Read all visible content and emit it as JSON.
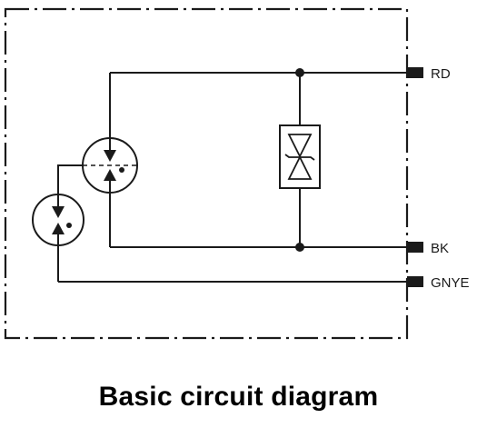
{
  "diagram": {
    "terminals": [
      {
        "label": "RD"
      },
      {
        "label": "BK"
      },
      {
        "label": "GNYE"
      }
    ],
    "components": {
      "suppressor": "bidirectional-suppressor-diode",
      "arrester_upper": "gas-discharge-arrester",
      "arrester_lower": "gas-discharge-arrester"
    },
    "line_color": "#1a1a1a",
    "enclosure_style": "dash-dot"
  },
  "caption": "Basic circuit diagram"
}
